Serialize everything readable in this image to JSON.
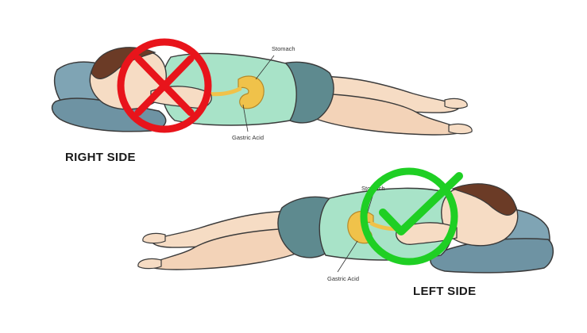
{
  "figures": [
    {
      "side_label": "RIGHT SIDE",
      "annotations": {
        "stomach": "Stomach",
        "acid": "Gastric Acid"
      },
      "verdict": "incorrect",
      "verdict_icon": "cross-icon",
      "verdict_color": "#e8141b"
    },
    {
      "side_label": "LEFT SIDE",
      "annotations": {
        "stomach": "Stomach",
        "acid": "Gastric Acid"
      },
      "verdict": "correct",
      "verdict_icon": "check-icon",
      "verdict_color": "#1fcf24"
    }
  ],
  "colors": {
    "shirt": "#a8e3c8",
    "shorts": "#5e8a8f",
    "skin": "#f6dcc4",
    "hair": "#6b3b26",
    "pillow": "#7fa4b4",
    "stomach": "#f0c24a",
    "outline": "#3a3a3a"
  }
}
